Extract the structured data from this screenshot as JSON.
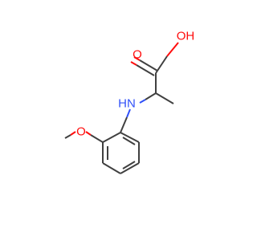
{
  "molecule": {
    "atoms": {
      "oxygen_carbonyl": "O",
      "oxygen_hydroxyl": "OH",
      "nitrogen": "HN",
      "oxygen_methoxy": "O"
    },
    "colors": {
      "carbon_bond": "#404040",
      "oxygen": "#ff0d0d",
      "nitrogen": "#3050f8"
    }
  }
}
